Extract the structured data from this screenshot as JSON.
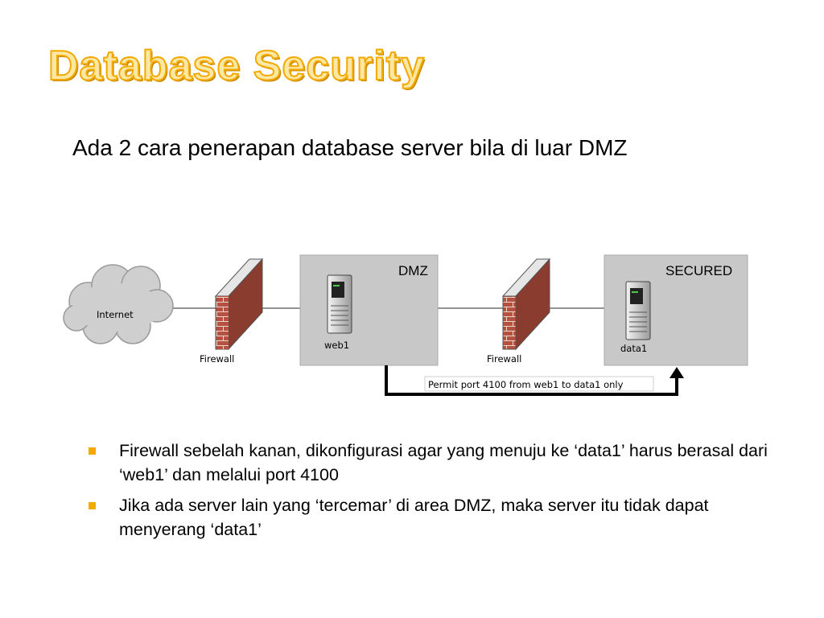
{
  "slide": {
    "title": "Database Security",
    "subtitle": "Ada 2 cara penerapan database server bila di luar DMZ"
  },
  "diagram": {
    "cloud_label": "Internet",
    "firewall1_label": "Firewall",
    "firewall2_label": "Firewall",
    "dmz_zone_label": "DMZ",
    "secured_zone_label": "SECURED",
    "web_server_label": "web1",
    "data_server_label": "data1",
    "rule_label": "Permit port 4100 from web1 to data1 only",
    "colors": {
      "zone_fill": "#c8c8c8",
      "brick": "#b5513e",
      "brick_mortar": "#e8d6cf",
      "cloud": "#cfcfcf",
      "arrow": "#000000"
    }
  },
  "bullets": [
    "Firewall sebelah kanan, dikonfigurasi agar yang menuju ke ‘data1’ harus berasal dari ‘web1’ dan melalui port 4100",
    "Jika ada server lain yang ‘tercemar’ di area DMZ, maka server itu tidak dapat menyerang ‘data1’"
  ],
  "colors": {
    "title_fill": "#fde7a4",
    "title_stroke": "#f2a900",
    "bullet": "#f2a900"
  }
}
